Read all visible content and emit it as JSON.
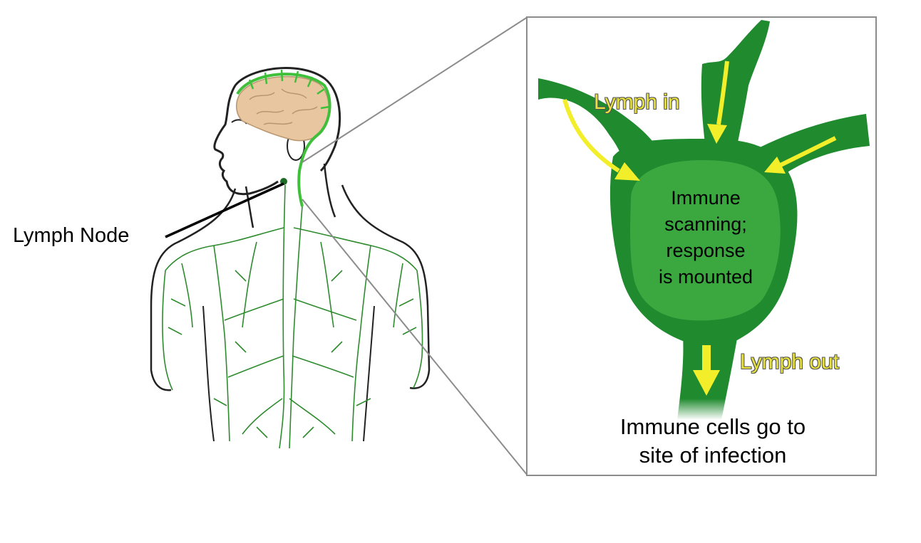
{
  "labels": {
    "lymph_node": "Lymph Node",
    "lymph_in": "Lymph in",
    "lymph_out": "Lymph out"
  },
  "node": {
    "lines": [
      "Immune",
      "scanning;",
      "response",
      "is mounted"
    ]
  },
  "caption": {
    "lines": [
      "Immune cells go to",
      "site of infection"
    ]
  },
  "colors": {
    "vessel_green": "#1f8a2e",
    "node_green": "#3aa83f",
    "arrow_yellow": "#f2ee2a",
    "frame_gray": "#8c8c8c",
    "brain_tan": "#e8c7a0"
  }
}
